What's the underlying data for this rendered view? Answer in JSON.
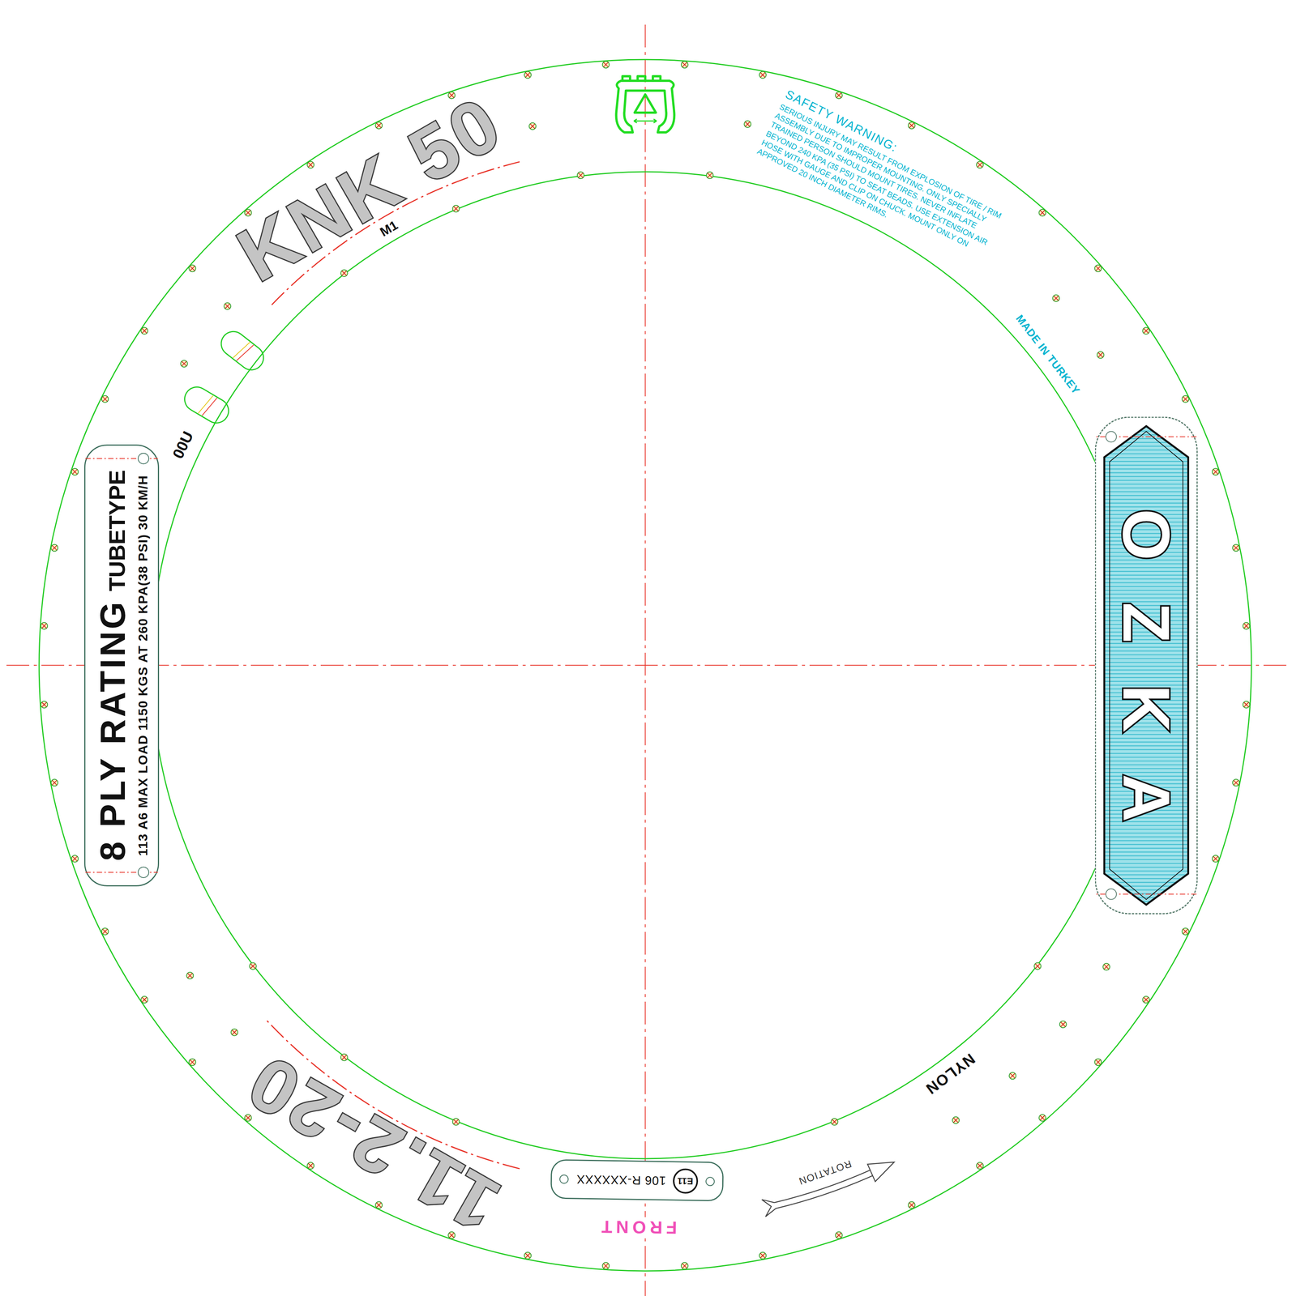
{
  "diagram": {
    "nodes": [
      {
        "text": [
          "8 PLY RATING",
          "TUBETYPE",
          "113 A6 MAX LOAD 1150 KGS AT 260 KPA(38 PSI) 30 KM/H"
        ]
      },
      {
        "text": [
          "OZKA"
        ]
      },
      {
        "text": [
          "106 R-XXXXXX"
        ]
      },
      {
        "text": [
          "E11"
        ],
        "in": 2
      }
    ],
    "labels": [
      "KNK 50",
      "SAFETY WARNING:",
      "SERIOUS INJURY MAY RESULT FROM EXPLOSION OF TIRE / RIM ASSEMBLY DUE TO IMPROPER MOUNTING. ONLY SPECIALLY TRAINED PERSON SHOULD MOUNT TIRES. NEVER INFLATE BEYOND 240 KPA (35 PSI) TO SEAT BEADS. USE EXTENSION AIR HOSE WITH GAUGE AND CLIP ON CHUCK. MOUNT ONLY ON APPROVED 20 INCH DIAMETER RIMS.",
      "M1",
      "00U",
      "MADE IN TURKEY",
      "NYLON",
      "ROTATION",
      "FRONT",
      "11.2-20"
    ]
  }
}
